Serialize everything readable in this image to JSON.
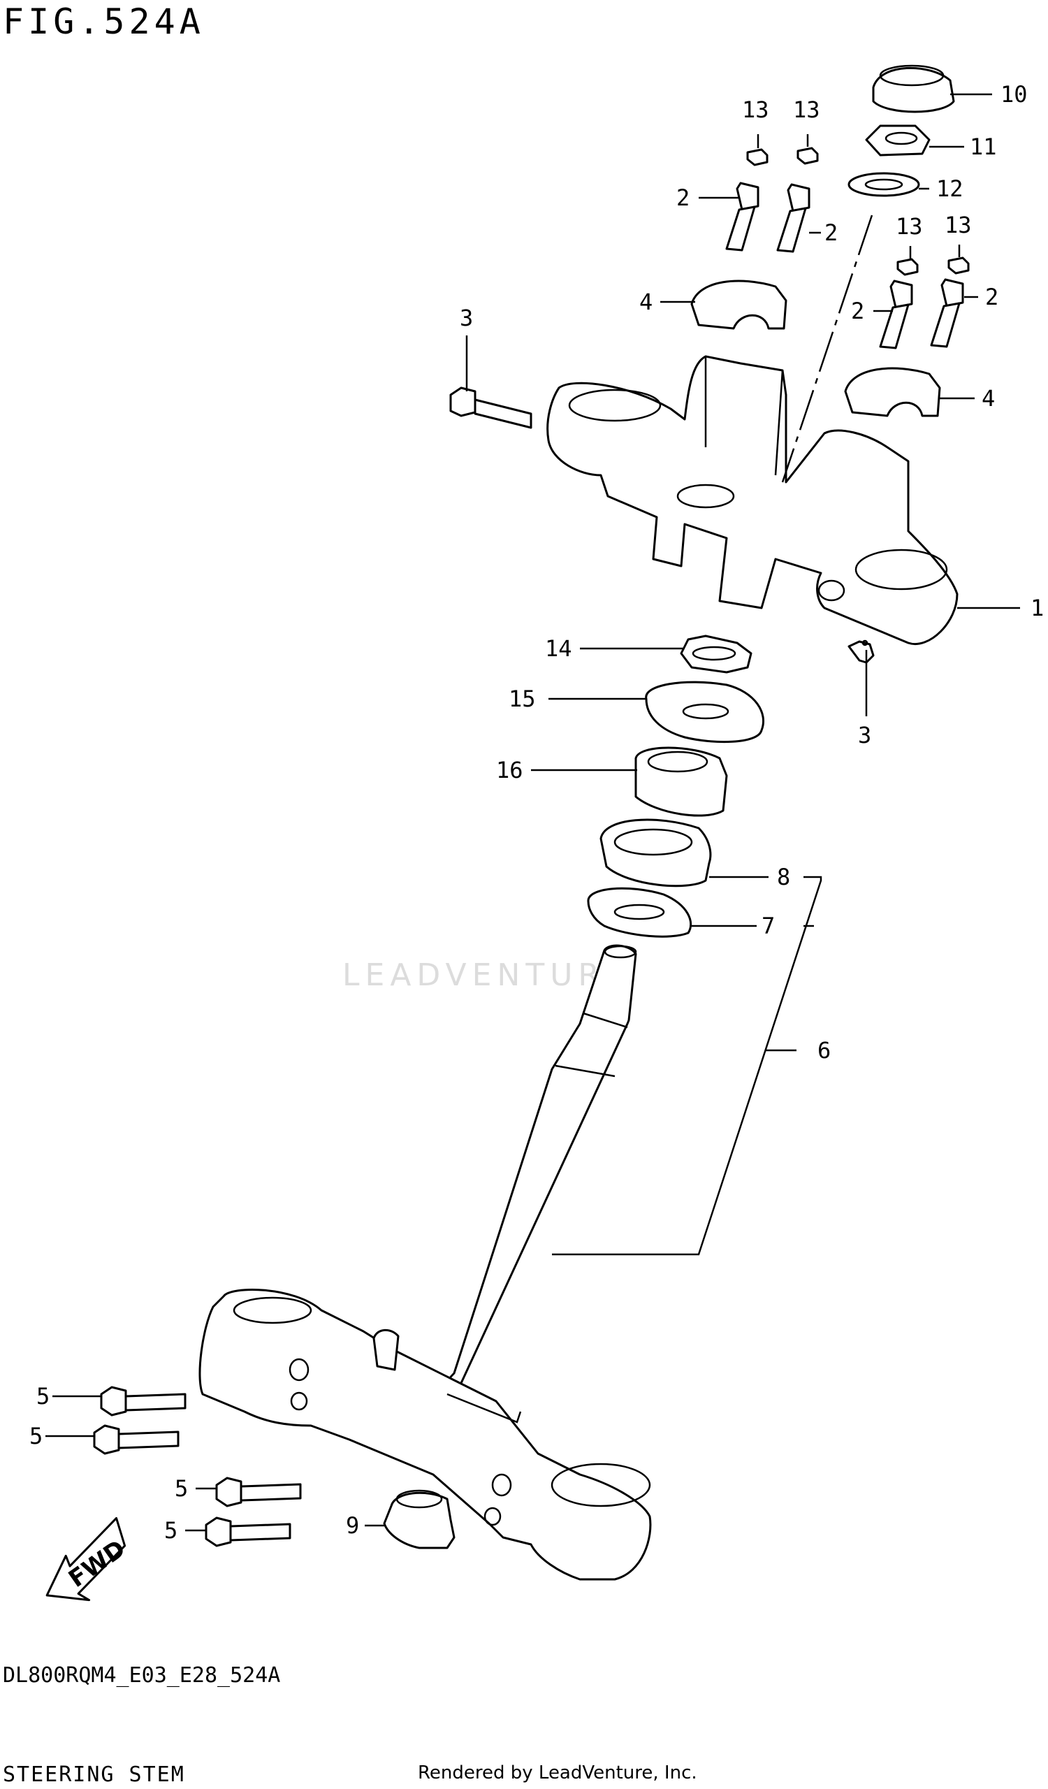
{
  "figure": {
    "title": "FIG.524A",
    "model_code": "DL800RQM4_E03_E28_524A",
    "section_name": "STEERING STEM",
    "credit": "Rendered by LeadVenture, Inc.",
    "watermark": "LEADVENTURE",
    "fwd_label": "FWD"
  },
  "callouts": {
    "c10": "10",
    "c11": "11",
    "c12": "12",
    "c13a": "13",
    "c13b": "13",
    "c13c": "13",
    "c13d": "13",
    "c2a": "2",
    "c2b": "2",
    "c2c": "2",
    "c2d": "2",
    "c3a": "3",
    "c3b": "3",
    "c4a": "4",
    "c4b": "4",
    "c1": "1",
    "c14": "14",
    "c15": "15",
    "c16": "16",
    "c8": "8",
    "c7": "7",
    "c6": "6",
    "c5a": "5",
    "c5b": "5",
    "c5c": "5",
    "c5d": "5",
    "c9": "9"
  },
  "colors": {
    "ink": "#000000",
    "paper": "#ffffff",
    "watermark": "#dcdcdc"
  }
}
